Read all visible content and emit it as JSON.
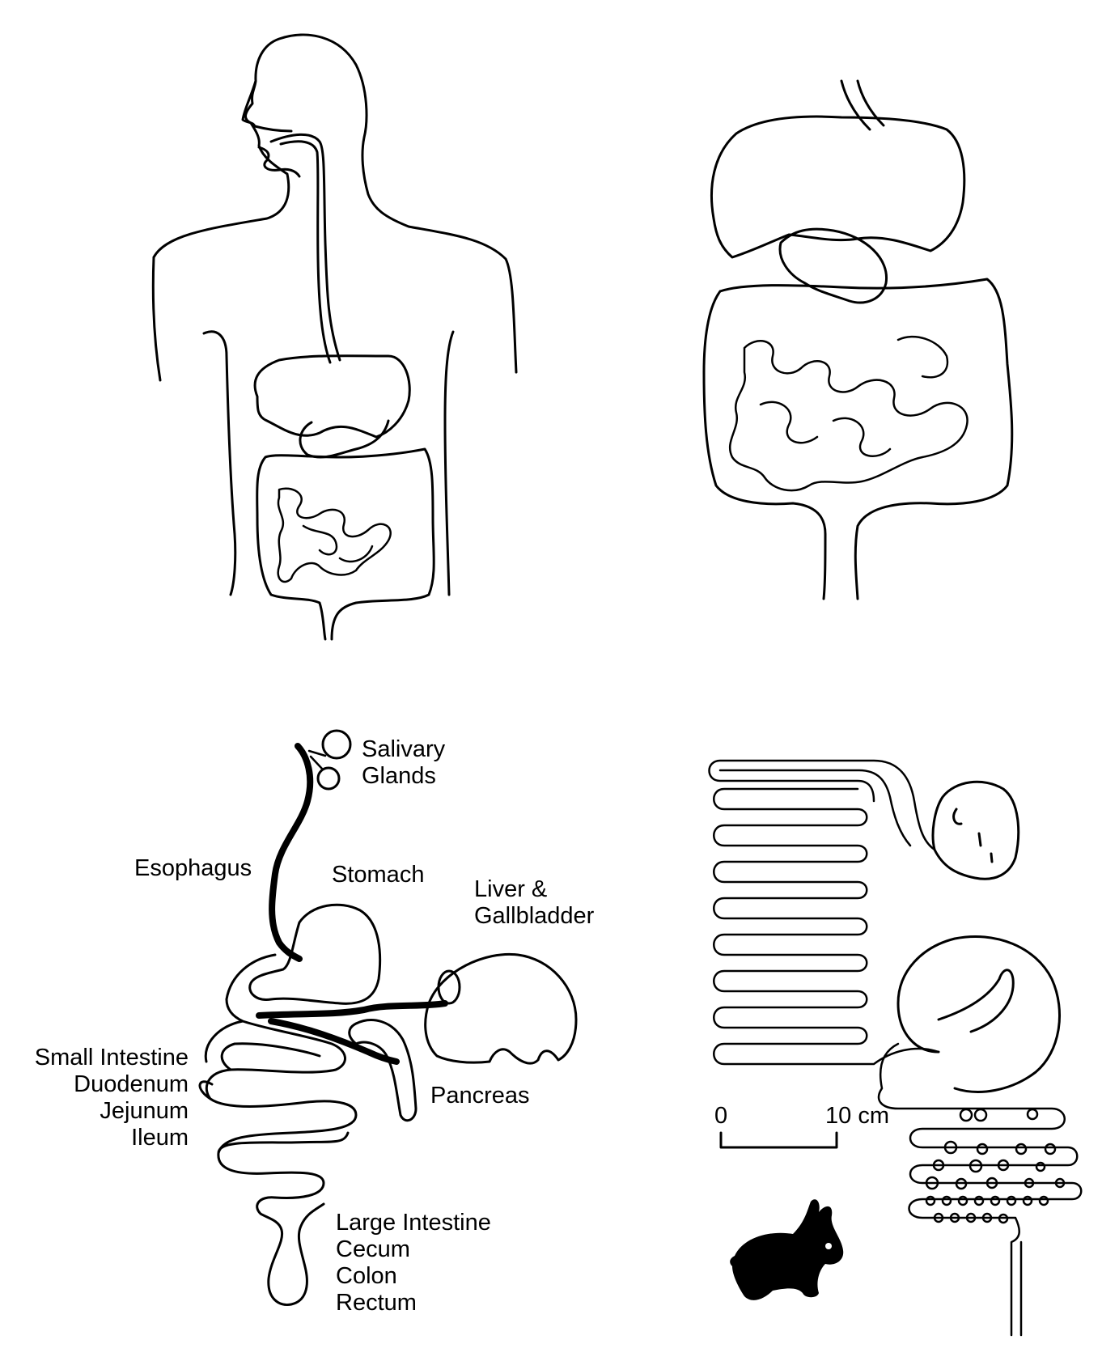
{
  "labels": {
    "salivary_1": "Salivary",
    "salivary_2": "Glands",
    "esophagus": "Esophagus",
    "stomach": "Stomach",
    "liver_1": "Liver &",
    "liver_2": "Gallbladder",
    "small_1": "Small Intestine",
    "small_2": "Duodenum",
    "small_3": "Jejunum",
    "small_4": "Ileum",
    "pancreas": "Pancreas",
    "large_1": "Large Intestine",
    "large_2": "Cecum",
    "large_3": "Colon",
    "large_4": "Rectum"
  },
  "scale_bar": {
    "start": "0",
    "end": "10 cm"
  },
  "icons": [
    "rabbit-icon"
  ]
}
